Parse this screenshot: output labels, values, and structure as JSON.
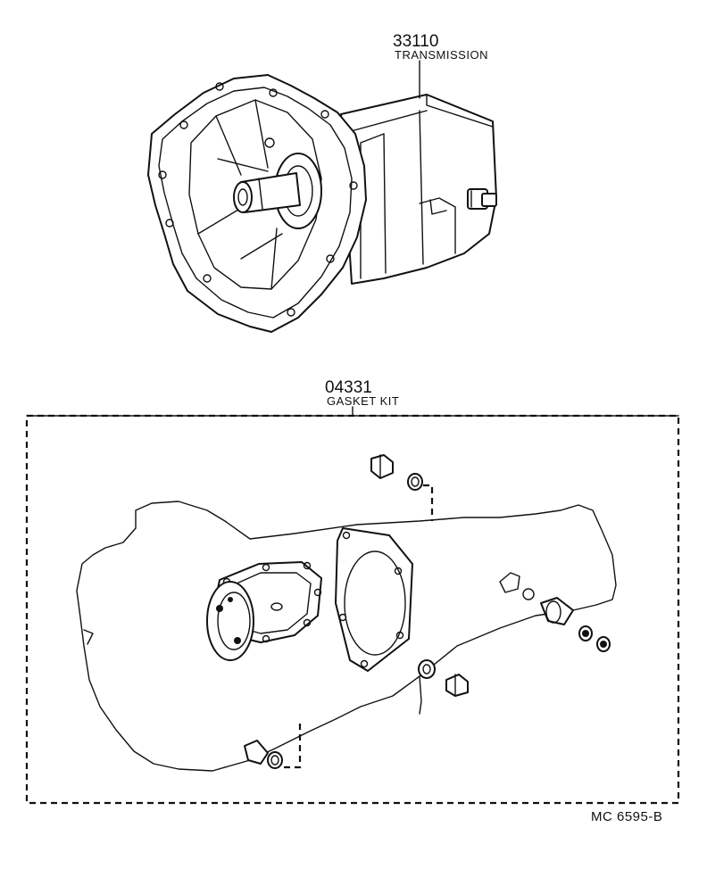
{
  "parts": [
    {
      "number": "33110",
      "name": "TRANSMISSION"
    },
    {
      "number": "04331",
      "name": "GASKET KIT"
    }
  ],
  "reference_code": "MC 6595-B"
}
